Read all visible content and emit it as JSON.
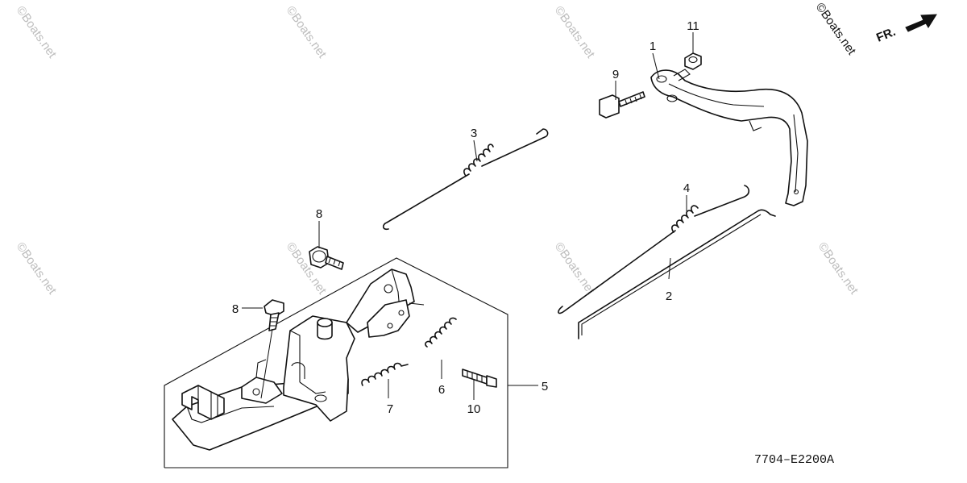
{
  "diagram": {
    "callouts": {
      "c1": "1",
      "c2": "2",
      "c3": "3",
      "c4": "4",
      "c5": "5",
      "c6": "6",
      "c7": "7",
      "c8a": "8",
      "c8b": "8",
      "c9": "9",
      "c10": "10",
      "c11": "11"
    },
    "drawing_code": "7704–E2200A",
    "direction_label": "FR.",
    "copyright": "©Boats.net",
    "watermark": "©Boats.net"
  }
}
